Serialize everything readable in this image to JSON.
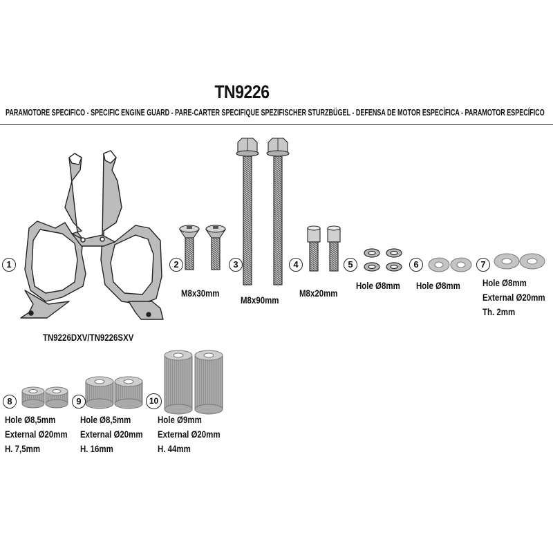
{
  "title": "TN9226",
  "subtitle": "PARAMOTORE SPECIFICO  -  SPECIFIC ENGINE GUARD - PARE-CARTER SPECIFIQUE SPEZIFISCHER STURZBÜGEL - DEFENSA DE MOTOR ESPECÍFICA - PARAMOTOR ESPECÍFICO",
  "parts": [
    {
      "number": "1",
      "lines": [
        "TN9226DXV/TN9226SXV"
      ],
      "icon": "engine-guard-frame"
    },
    {
      "number": "2",
      "lines": [
        "M8x30mm"
      ],
      "icon": "countersunk-screw"
    },
    {
      "number": "3",
      "lines": [
        "M8x90mm"
      ],
      "icon": "hex-flange-bolt"
    },
    {
      "number": "4",
      "lines": [
        "M8x20mm"
      ],
      "icon": "socket-head-screw"
    },
    {
      "number": "5",
      "lines": [
        "Hole Ø8mm"
      ],
      "icon": "spring-lock-washer"
    },
    {
      "number": "6",
      "lines": [
        "Hole Ø8mm"
      ],
      "icon": "flat-washer"
    },
    {
      "number": "7",
      "lines": [
        "Hole Ø8mm",
        "External Ø20mm",
        "Th. 2mm"
      ],
      "icon": "flat-washer"
    },
    {
      "number": "8",
      "lines": [
        "Hole Ø8,5mm",
        "External Ø20mm",
        "H. 7,5mm"
      ],
      "icon": "spacer"
    },
    {
      "number": "9",
      "lines": [
        "Hole Ø8,5mm",
        "External Ø20mm",
        "H. 16mm"
      ],
      "icon": "spacer"
    },
    {
      "number": "10",
      "lines": [
        "Hole Ø9mm",
        "External Ø20mm",
        "H. 44mm"
      ],
      "icon": "spacer"
    }
  ],
  "colors": {
    "metal": "#a8a8a8",
    "metal_dark": "#6f6f6f",
    "line": "#222222",
    "frame_fill": "#b5b5b5"
  }
}
